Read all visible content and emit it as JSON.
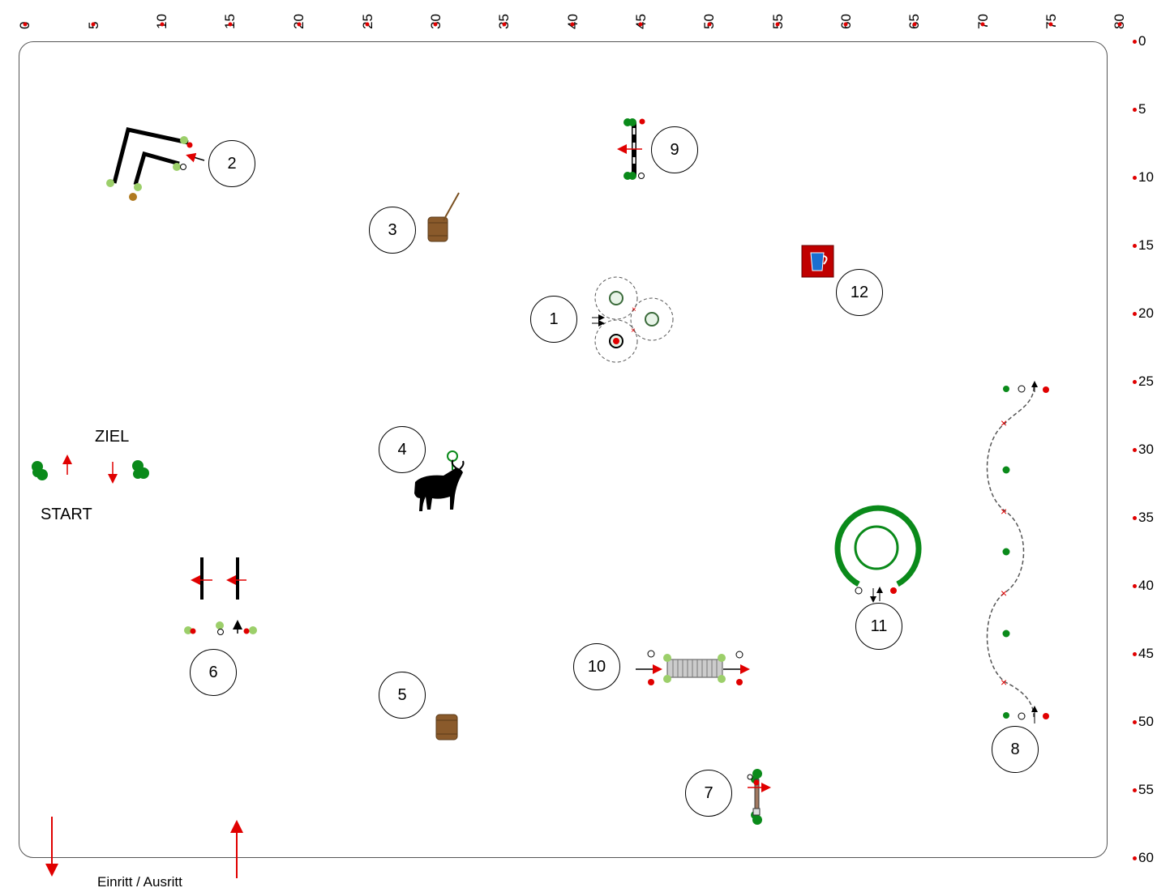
{
  "axis": {
    "x_ticks": [
      "0",
      "5",
      "10",
      "15",
      "20",
      "25",
      "30",
      "35",
      "40",
      "45",
      "50",
      "55",
      "60",
      "65",
      "70",
      "75",
      "80"
    ],
    "y_ticks": [
      "0",
      "5",
      "10",
      "15",
      "20",
      "25",
      "30",
      "35",
      "40",
      "45",
      "50",
      "55",
      "60"
    ]
  },
  "labels": {
    "ziel": "ZIEL",
    "start": "START",
    "entrance": "Einritt / Ausritt"
  },
  "obstacles": [
    {
      "number": "1"
    },
    {
      "number": "2"
    },
    {
      "number": "3"
    },
    {
      "number": "4"
    },
    {
      "number": "5"
    },
    {
      "number": "6"
    },
    {
      "number": "7"
    },
    {
      "number": "8"
    },
    {
      "number": "9"
    },
    {
      "number": "10"
    },
    {
      "number": "11"
    },
    {
      "number": "12"
    }
  ],
  "colors": {
    "red": "#e00000",
    "green": "#0a8a1a",
    "light_green": "#9ccf6a",
    "jug_bg": "#c00000",
    "jug_blue": "#1a6fd0"
  }
}
